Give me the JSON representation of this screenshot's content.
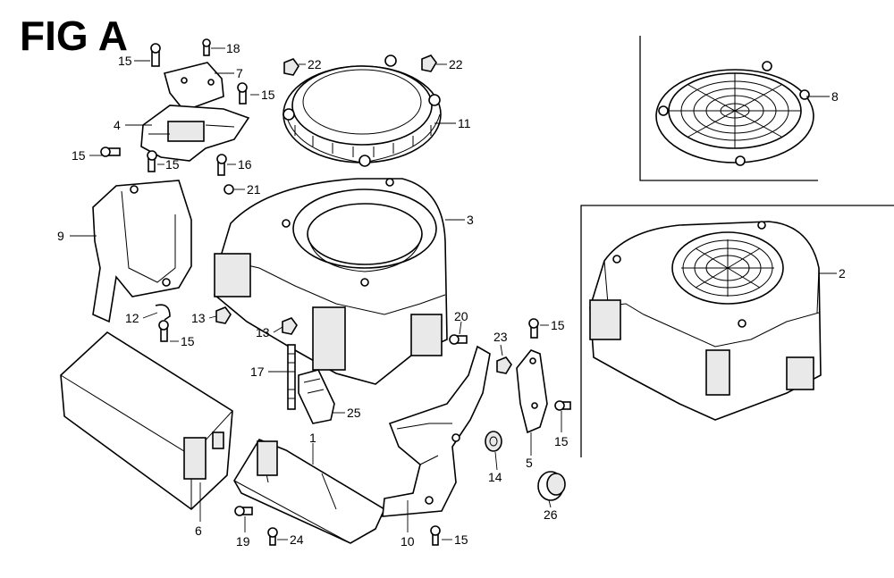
{
  "figure": {
    "title": "FIG A"
  },
  "callouts": [
    {
      "id": "c15a",
      "label": "15"
    },
    {
      "id": "c18",
      "label": "18"
    },
    {
      "id": "c7",
      "label": "7"
    },
    {
      "id": "c15b",
      "label": "15"
    },
    {
      "id": "c4",
      "label": "4"
    },
    {
      "id": "c15c",
      "label": "15"
    },
    {
      "id": "c15d",
      "label": "15"
    },
    {
      "id": "c16",
      "label": "16"
    },
    {
      "id": "c21",
      "label": "21"
    },
    {
      "id": "c9",
      "label": "9"
    },
    {
      "id": "c12",
      "label": "12"
    },
    {
      "id": "c15e",
      "label": "15"
    },
    {
      "id": "c13a",
      "label": "13"
    },
    {
      "id": "c13b",
      "label": "13"
    },
    {
      "id": "c22a",
      "label": "22"
    },
    {
      "id": "c22b",
      "label": "22"
    },
    {
      "id": "c11",
      "label": "11"
    },
    {
      "id": "c3",
      "label": "3"
    },
    {
      "id": "c8",
      "label": "8"
    },
    {
      "id": "c2",
      "label": "2"
    },
    {
      "id": "c17",
      "label": "17"
    },
    {
      "id": "c25",
      "label": "25"
    },
    {
      "id": "c20",
      "label": "20"
    },
    {
      "id": "c23",
      "label": "23"
    },
    {
      "id": "c15f",
      "label": "15"
    },
    {
      "id": "c15g",
      "label": "15"
    },
    {
      "id": "c1",
      "label": "1"
    },
    {
      "id": "c6",
      "label": "6"
    },
    {
      "id": "c19",
      "label": "19"
    },
    {
      "id": "c24",
      "label": "24"
    },
    {
      "id": "c10",
      "label": "10"
    },
    {
      "id": "c15h",
      "label": "15"
    },
    {
      "id": "c14",
      "label": "14"
    },
    {
      "id": "c5",
      "label": "5"
    },
    {
      "id": "c26",
      "label": "26"
    }
  ]
}
